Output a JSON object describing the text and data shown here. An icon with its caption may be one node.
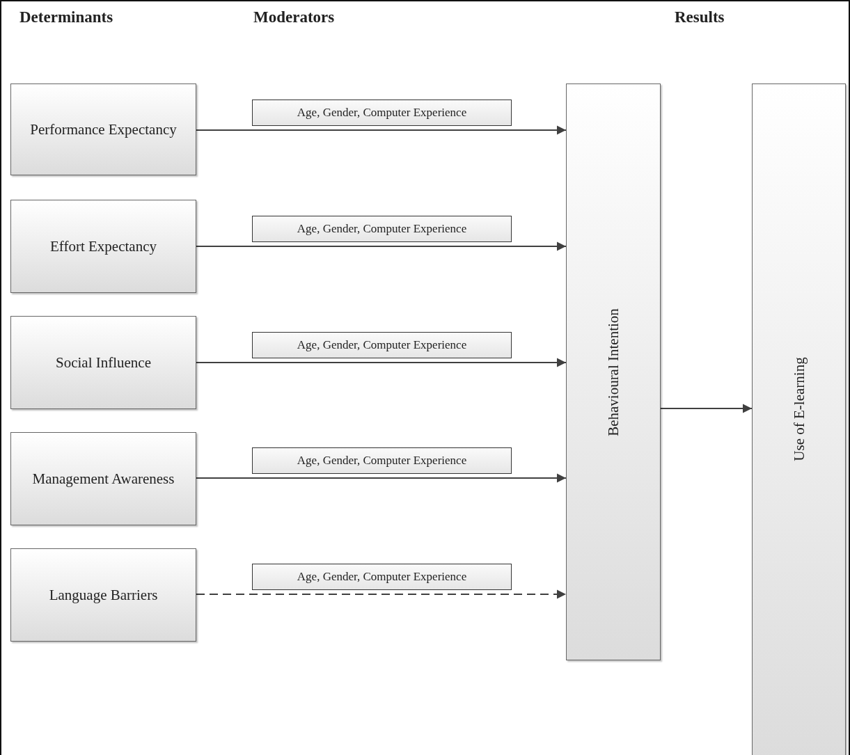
{
  "diagram": {
    "nodes": [
      {
        "text": [
          "Performance Expectancy"
        ]
      },
      {
        "text": [
          "Age, Gender, Computer Experience"
        ]
      },
      {
        "text": [
          "Effort Expectancy"
        ]
      },
      {
        "text": [
          "Age, Gender, Computer Experience"
        ]
      },
      {
        "text": [
          "Social Influence"
        ]
      },
      {
        "text": [
          "Age, Gender, Computer Experience"
        ]
      },
      {
        "text": [
          "Management Awareness"
        ]
      },
      {
        "text": [
          "Age, Gender, Computer Experience"
        ]
      },
      {
        "text": [
          "Language Barriers"
        ]
      },
      {
        "text": [
          "Age, Gender, Computer Experience"
        ]
      },
      {
        "text": [
          "Behavioural Intention"
        ]
      },
      {
        "text": [
          "Use of E-learning"
        ]
      }
    ],
    "edges": [
      {
        "from": 0,
        "to": 10,
        "arrow": "to"
      },
      {
        "from": 2,
        "to": 10,
        "arrow": "to"
      },
      {
        "from": 4,
        "to": 10,
        "arrow": "to"
      },
      {
        "from": 6,
        "to": 10,
        "arrow": "to"
      },
      {
        "from": 8,
        "to": 10,
        "arrow": "to",
        "style": "dashed"
      },
      {
        "from": 10,
        "to": 11,
        "arrow": "to"
      }
    ],
    "labels": [
      "Determinants",
      "Moderators",
      "Results"
    ]
  }
}
